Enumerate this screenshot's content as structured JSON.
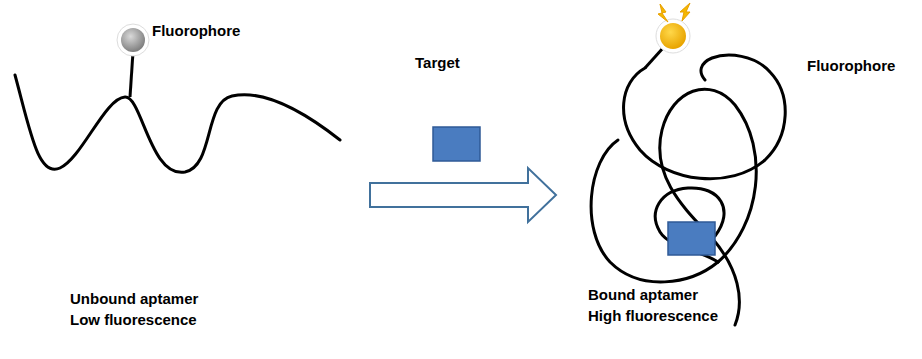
{
  "diagram": {
    "labels": [
      "Fluorophore",
      "Target",
      "Fluorophore",
      "Unbound aptamer Low fluorescence",
      "Bound aptamer High fluorescence"
    ]
  }
}
